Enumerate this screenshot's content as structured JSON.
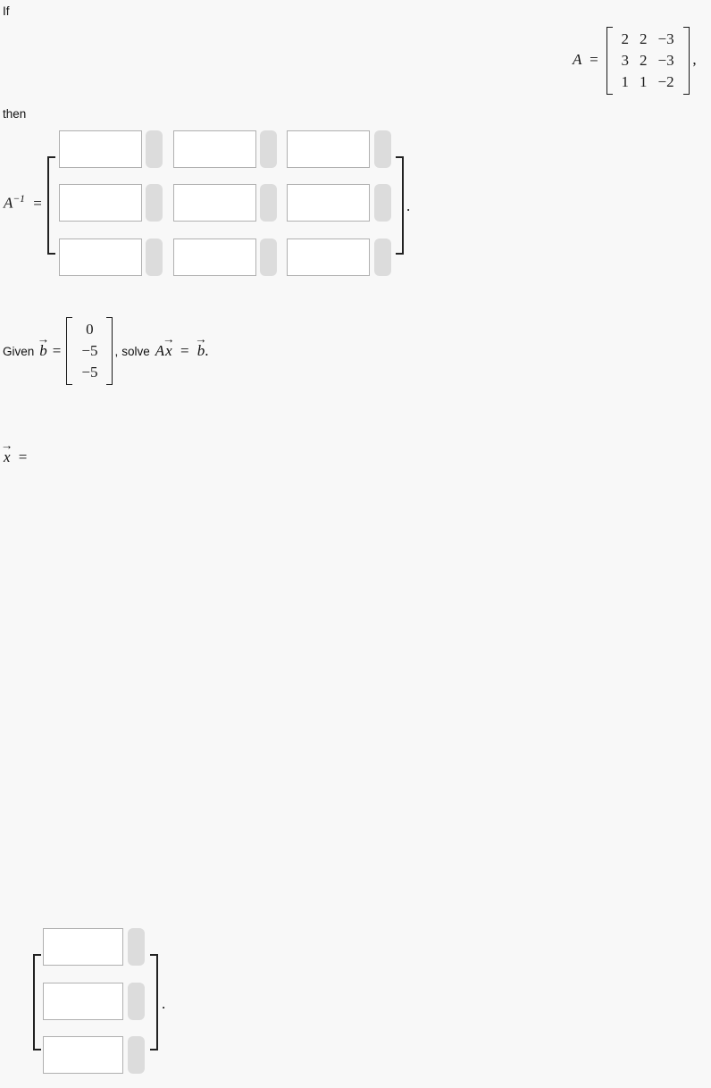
{
  "page": {
    "background": "#f8f8f8",
    "text_color": "#111111",
    "accent_gray": "#dcdcdc",
    "input_border": "#b0b0b0"
  },
  "intro": {
    "if_label": "If",
    "then_label": "then"
  },
  "matrix_A": {
    "name": "A",
    "equals": "=",
    "rows": [
      [
        "2",
        "2",
        "−3"
      ],
      [
        "3",
        "2",
        "−3"
      ],
      [
        "1",
        "1",
        "−2"
      ]
    ],
    "trailing_punctuation": ","
  },
  "inverse_prompt": {
    "label_base": "A",
    "label_exponent": "−1",
    "equals": "=",
    "trailing_punctuation": ".",
    "rows": 3,
    "cols": 3,
    "cells": [
      {
        "row": 0,
        "col": 0,
        "value": "",
        "placeholder": ""
      },
      {
        "row": 0,
        "col": 1,
        "value": "",
        "placeholder": ""
      },
      {
        "row": 0,
        "col": 2,
        "value": "",
        "placeholder": ""
      },
      {
        "row": 1,
        "col": 0,
        "value": "",
        "placeholder": ""
      },
      {
        "row": 1,
        "col": 1,
        "value": "",
        "placeholder": ""
      },
      {
        "row": 1,
        "col": 2,
        "value": "",
        "placeholder": ""
      },
      {
        "row": 2,
        "col": 0,
        "value": "",
        "placeholder": ""
      },
      {
        "row": 2,
        "col": 1,
        "value": "",
        "placeholder": ""
      },
      {
        "row": 2,
        "col": 2,
        "value": "",
        "placeholder": ""
      }
    ]
  },
  "given_statement": {
    "given_word": "Given",
    "vector_b": "b",
    "equals": "=",
    "b_values": [
      "0",
      "−5",
      "−5"
    ],
    "comma": ",",
    "solve_word": "solve",
    "equation_A": "A",
    "equation_x": "x",
    "equation_equals": "=",
    "equation_b": "b",
    "period": "."
  },
  "solution_prompt": {
    "label": "x",
    "equals": "=",
    "trailing_punctuation": ".",
    "rows": 3,
    "cols": 1,
    "cells": [
      {
        "row": 0,
        "col": 0,
        "value": "",
        "placeholder": ""
      },
      {
        "row": 1,
        "col": 0,
        "value": "",
        "placeholder": ""
      },
      {
        "row": 2,
        "col": 0,
        "value": "",
        "placeholder": ""
      }
    ]
  },
  "icons": {
    "answer_pill": "answer-format-pill"
  }
}
